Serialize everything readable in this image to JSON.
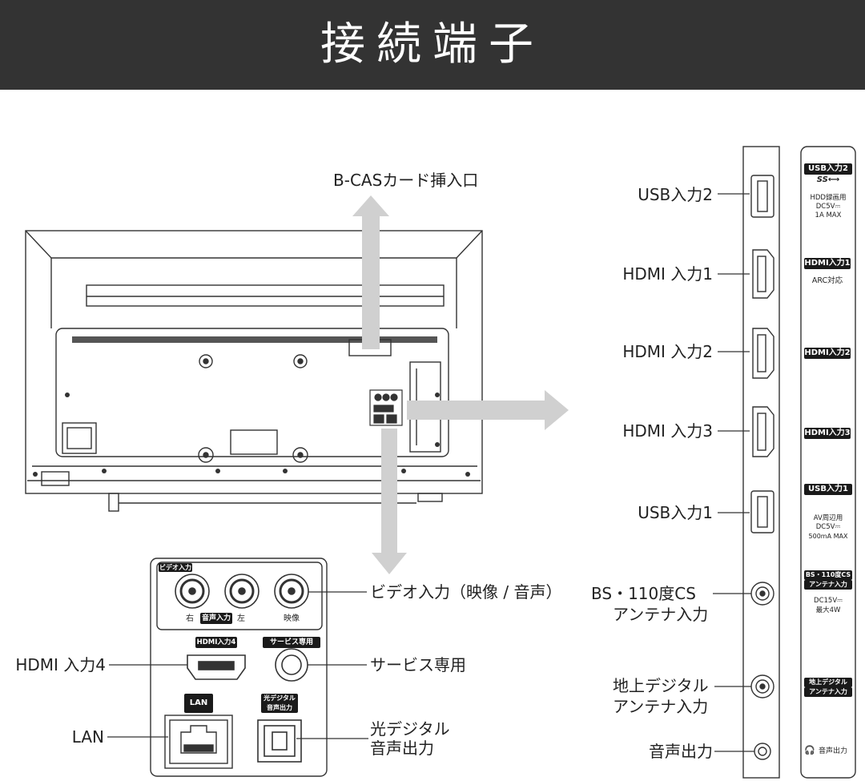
{
  "header": {
    "title": "接続端子"
  },
  "labels": {
    "bcas": "B-CASカード挿入口",
    "usb2": "USB入力2",
    "hdmi1": "HDMI 入力1",
    "hdmi2": "HDMI 入力2",
    "hdmi3": "HDMI 入力3",
    "usb1": "USB入力1",
    "bs_line1": "BS・110度CS",
    "bs_line2": "アンテナ入力",
    "terr_line1": "地上デジタル",
    "terr_line2": "アンテナ入力",
    "audio_out": "音声出力",
    "video_in": "ビデオ入力（映像 / 音声）",
    "service": "サービス専用",
    "hdmi4": "HDMI 入力4",
    "lan": "LAN",
    "optical_line1": "光デジタル",
    "optical_line2": "音声出力"
  },
  "panel": {
    "video_tag": "ビデオ入力",
    "right": "右",
    "audio_in_tag": "音声入力",
    "left": "左",
    "video": "映像",
    "hdmi4_tag": "HDMI入力4",
    "service_tag": "サービス専用",
    "lan_tag": "LAN",
    "optical_tag_line1": "光デジタル",
    "optical_tag_line2": "音声出力"
  },
  "side_labels": {
    "usb2_tag": "USB入力2",
    "usb2_ss": "SS⟷",
    "usb2_line1": "HDD録画用",
    "usb2_line2": "DC5V⎓",
    "usb2_line3": "1A MAX",
    "hdmi1_tag": "HDMI入力1",
    "hdmi1_sub": "ARC対応",
    "hdmi2_tag": "HDMI入力2",
    "hdmi3_tag": "HDMI入力3",
    "usb1_tag": "USB入力1",
    "usb1_line1": "AV周辺用",
    "usb1_line2": "DC5V⎓",
    "usb1_line3": "500mA MAX",
    "bs_tag_line1": "BS・110度CS",
    "bs_tag_line2": "アンテナ入力",
    "bs_line1": "DC15V⎓",
    "bs_line2": "最大4W",
    "terr_tag_line1": "地上デジタル",
    "terr_tag_line2": "アンテナ入力",
    "audio_out": "音声出力"
  },
  "colors": {
    "header_bg": "#333333",
    "arrow": "#d0d0d0",
    "line": "#333333"
  }
}
